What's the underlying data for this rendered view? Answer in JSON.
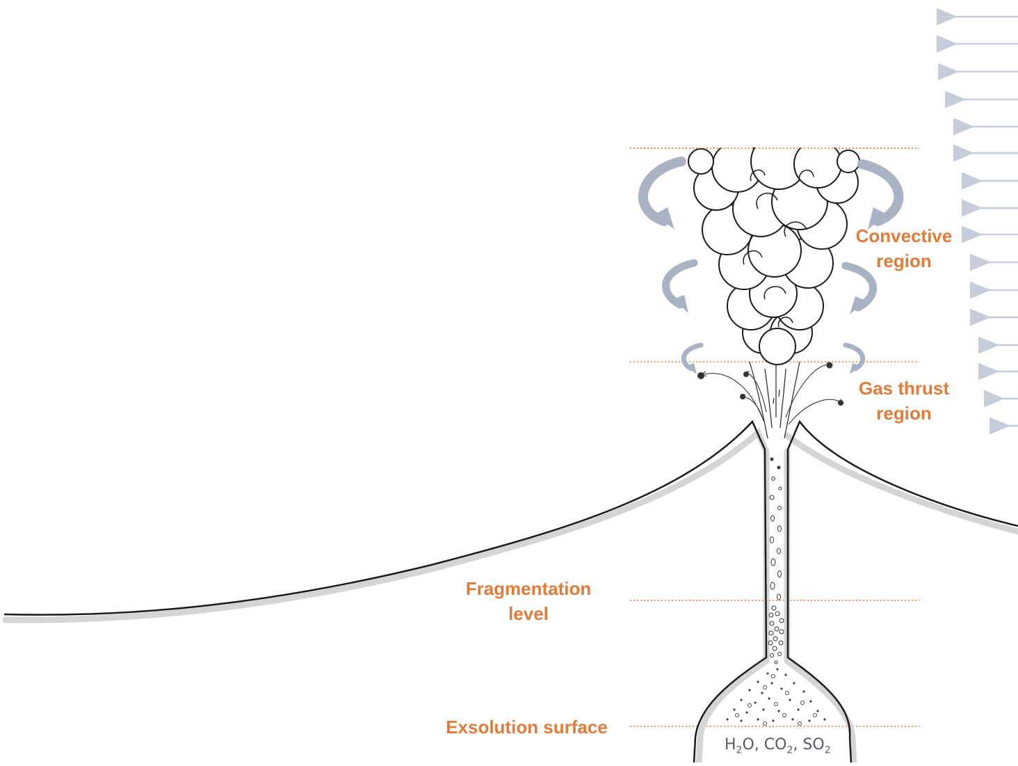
{
  "labels": {
    "convective": [
      "Convective",
      "region"
    ],
    "gas_thrust": [
      "Gas thrust",
      "region"
    ],
    "fragmentation": [
      "Fragmentation",
      "level"
    ],
    "exsolution": "Exsolution surface"
  },
  "gases": [
    {
      "base": "H",
      "sub": "2",
      "rest": "O"
    },
    {
      "base": "CO",
      "sub": "2",
      "rest": ""
    },
    {
      "base": "SO",
      "sub": "2",
      "rest": ""
    }
  ],
  "colors": {
    "label": "#e07b39",
    "dotted_line": "#e07b39",
    "arrow": "#a9b3c4",
    "wind": "#c6ccd8",
    "outline": "#1a1a1a",
    "shadow": "#d5d5d5"
  },
  "icons": [
    "wind-arrow-icon",
    "circulation-arrow-icon",
    "volcanic-bomb-icon"
  ]
}
